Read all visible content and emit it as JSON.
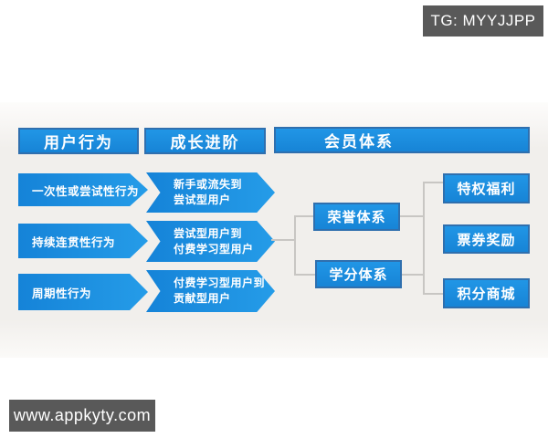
{
  "watermarks": {
    "tg_badge": "TG: MYYJJPP",
    "site_badge": "www.appkyty.com"
  },
  "colors": {
    "accent_blue": "#1b8fe0",
    "box_border_blue": "#2f6fae",
    "connector_gray": "#c8c6c3",
    "badge_gray": "#595959",
    "text_white": "#ffffff"
  },
  "diagram": {
    "headers": {
      "user_behavior": "用户行为",
      "growth_progression": "成长进阶",
      "membership_system": "会员体系"
    },
    "user_behaviors": [
      "一次性或尝试性行为",
      "持续连贯性行为",
      "周期性行为"
    ],
    "growth_stages": [
      {
        "line1": "新手或流失到",
        "line2": "尝试型用户"
      },
      {
        "line1": "尝试型用户到",
        "line2": "付费学习型用户"
      },
      {
        "line1": "付费学习型用户到",
        "line2": "贡献型用户"
      }
    ],
    "systems": [
      "荣誉体系",
      "学分体系"
    ],
    "benefits": [
      "特权福利",
      "票券奖励",
      "积分商城"
    ]
  }
}
